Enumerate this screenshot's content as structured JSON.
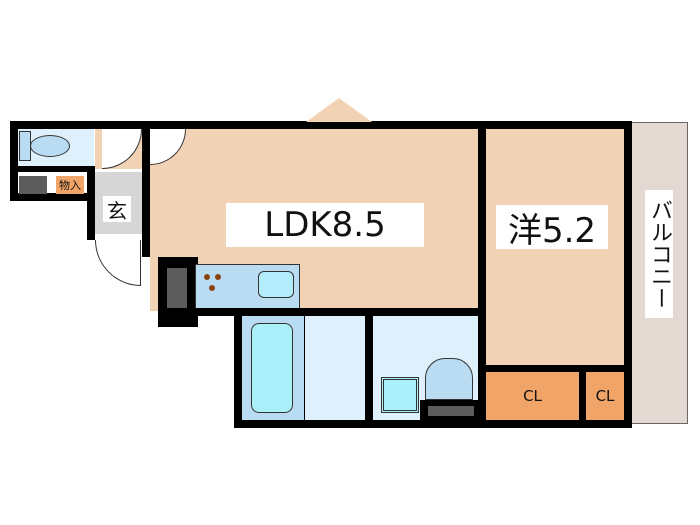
{
  "floorplan": {
    "rooms": {
      "ldk": {
        "label": "LDK8.5"
      },
      "western": {
        "label": "洋5.2"
      },
      "balcony": {
        "label": "バルコニー"
      },
      "entrance": {
        "label": "玄"
      },
      "storage": {
        "label": "物入"
      },
      "closet_1": {
        "label": "CL"
      },
      "closet_2": {
        "label": "CL"
      }
    },
    "colors": {
      "living": "#f2d2b5",
      "wet_area": "#ddf0fb",
      "closet": "#f0a467",
      "wall": "#000000",
      "balcony": "#e4d9d2"
    }
  }
}
